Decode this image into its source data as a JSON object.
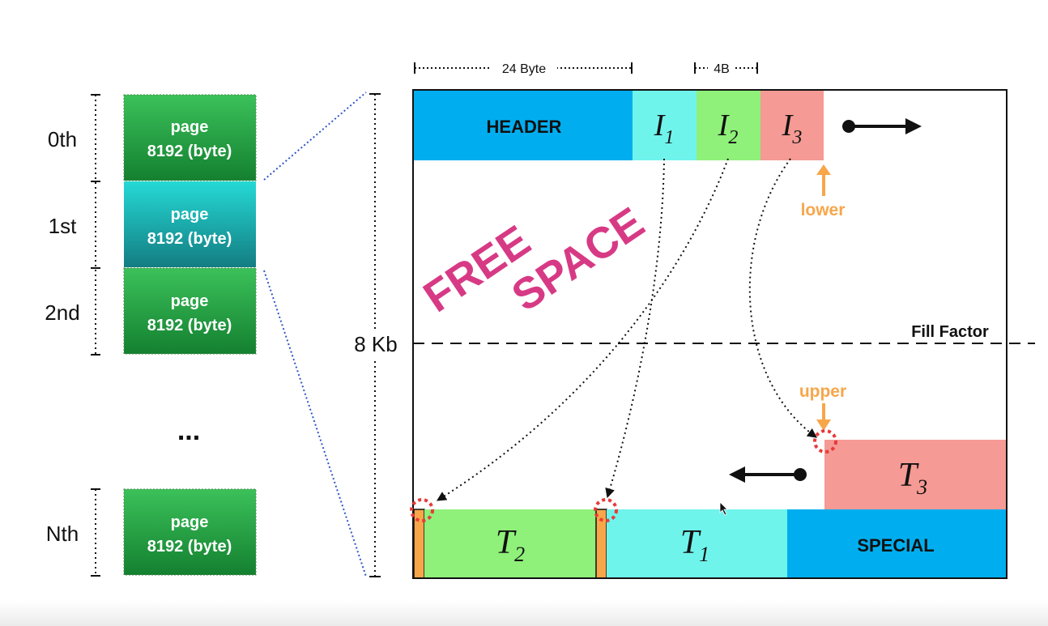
{
  "pages": [
    {
      "ordinal": "0th",
      "line1": "page",
      "line2": "8192 (byte)"
    },
    {
      "ordinal": "1st",
      "line1": "page",
      "line2": "8192 (byte)"
    },
    {
      "ordinal": "2nd",
      "line1": "page",
      "line2": "8192 (byte)"
    },
    {
      "ordinal": "Nth",
      "line1": "page",
      "line2": "8192 (byte)"
    }
  ],
  "ellipsis": "...",
  "page_size_label": "8 Kb",
  "dims": {
    "header_width": "24 Byte",
    "item_pointer_width": "4B"
  },
  "header": {
    "label": "HEADER"
  },
  "item_pointers": [
    {
      "letter": "I",
      "sub": "1"
    },
    {
      "letter": "I",
      "sub": "2"
    },
    {
      "letter": "I",
      "sub": "3"
    }
  ],
  "free_space": {
    "line1": "FREE",
    "line2": "SPACE"
  },
  "lower_label": "lower",
  "upper_label": "upper",
  "fill_factor_label": "Fill Factor",
  "tuples": [
    {
      "letter": "T",
      "sub": "2"
    },
    {
      "letter": "T",
      "sub": "1"
    },
    {
      "letter": "T",
      "sub": "3"
    }
  ],
  "special": {
    "label": "SPECIAL"
  },
  "colors": {
    "header": "#00aeef",
    "i1": "#6ff4ec",
    "i2": "#8ff07a",
    "i3": "#f59a94",
    "page_green": "#1e9c3a",
    "page_teal": "#18b8b8",
    "orange": "#f7a64a",
    "free_space": "#d73a85",
    "special": "#00aeef",
    "marker": "#e83a3a"
  }
}
